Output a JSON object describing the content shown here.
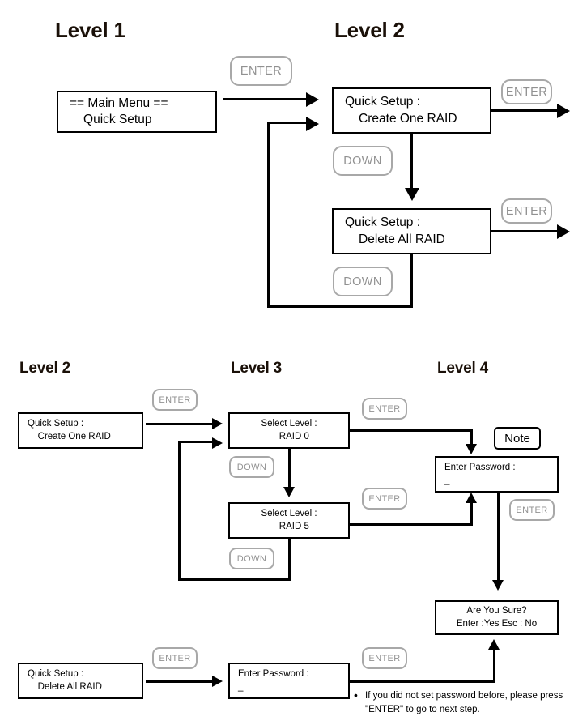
{
  "diagram": {
    "title_headings": {
      "top_level1": "Level 1",
      "top_level2": "Level 2",
      "bottom_level2": "Level 2",
      "bottom_level3": "Level 3",
      "bottom_level4": "Level 4"
    },
    "keys": {
      "enter": "ENTER",
      "down": "DOWN"
    },
    "note_label": "Note",
    "screens": {
      "main_menu": {
        "line1": "==  Main Menu  ==",
        "line2": "Quick Setup"
      },
      "create_one_raid": {
        "line1": "Quick Setup :",
        "line2": "Create One RAID"
      },
      "delete_all_raid": {
        "line1": "Quick Setup :",
        "line2": "Delete All RAID"
      },
      "create_one_raid_b": {
        "line1": "Quick Setup :",
        "line2": "Create One RAID"
      },
      "delete_all_raid_b": {
        "line1": "Quick Setup :",
        "line2": "Delete All RAID"
      },
      "select_level_raid0": {
        "line1": "Select Level :",
        "line2": "RAID 0"
      },
      "select_level_raid5": {
        "line1": "Select Level :",
        "line2": "RAID 5"
      },
      "enter_password_l4": {
        "line1": "Enter Password :",
        "line2": "_"
      },
      "enter_password_l3": {
        "line1": "Enter Password :",
        "line2": "_"
      },
      "are_you_sure": {
        "line1": "Are You Sure?",
        "line2": "Enter :Yes  Esc : No"
      }
    },
    "footnote": {
      "bullet": "•",
      "text": "If you did not set password before, please press \"ENTER\" to go to next step."
    },
    "colors": {
      "line": "#000000",
      "key_border": "#a8a8a8",
      "key_text": "#919191",
      "background": "#ffffff",
      "text": "#000000"
    }
  }
}
